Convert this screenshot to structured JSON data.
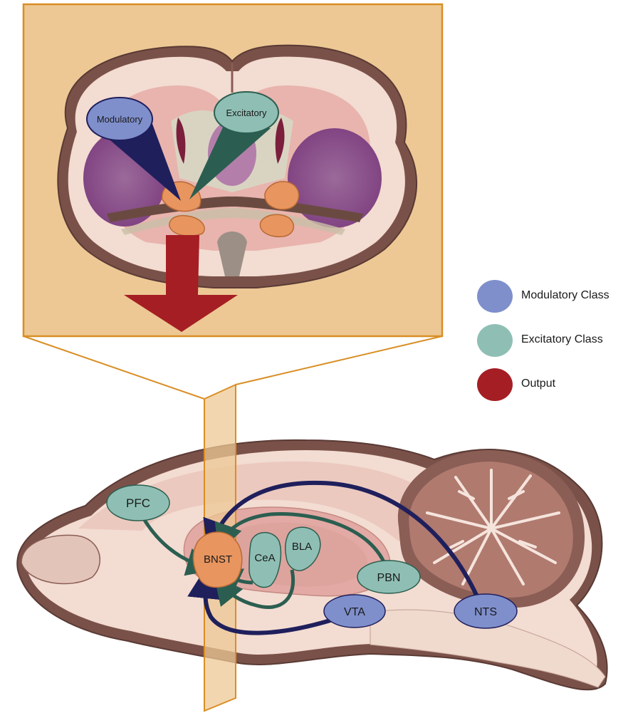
{
  "colors": {
    "modulatory": "#7f8fcc",
    "excitatory": "#8fbfb4",
    "output": "#a51e24",
    "bnst": "#e8955f",
    "panel_bg": "#edc894",
    "panel_border": "#d98e24",
    "modulatory_arrow": "#1f1f5c",
    "excitatory_arrow": "#2b5e50"
  },
  "coronal": {
    "modulatory_label": "Modulatory",
    "excitatory_label": "Excitatory"
  },
  "sagittal": {
    "nodes": {
      "pfc": "PFC",
      "bnst": "BNST",
      "cea": "CeA",
      "bla": "BLA",
      "pbn": "PBN",
      "vta": "VTA",
      "nts": "NTS"
    }
  },
  "legend": [
    {
      "label": "Modulatory Class",
      "color": "#7f8fcc"
    },
    {
      "label": "Excitatory Class",
      "color": "#8fbfb4"
    },
    {
      "label": "Output",
      "color": "#a51e24"
    }
  ]
}
